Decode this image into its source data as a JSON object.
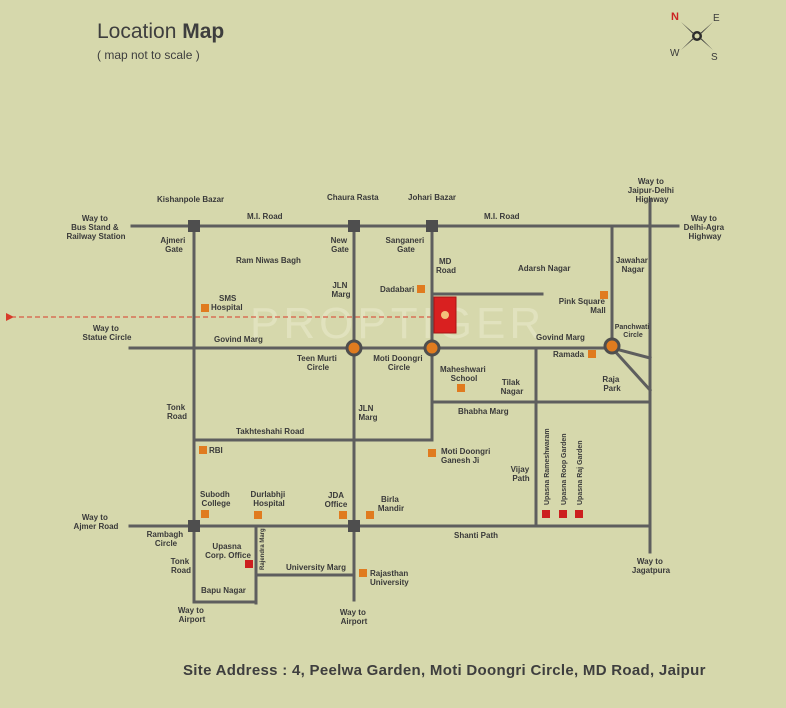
{
  "title": {
    "light": "Location ",
    "bold": "Map"
  },
  "subtitle": "( map not to scale )",
  "compass": {
    "n": "N",
    "e": "E",
    "s": "S",
    "w": "W"
  },
  "watermark": "PROPTIGER",
  "site_address": "Site Address : 4, Peelwa Garden, Moti Doongri Circle, MD Road, Jaipur",
  "labels": {
    "kishanpole_bazar": "Kishanpole Bazar",
    "chaura_rasta": "Chaura Rasta",
    "johari_bazar": "Johari Bazar",
    "way_jaipur_delhi": [
      "Way to",
      "Jaipur-Delhi",
      "Highway"
    ],
    "way_bus_stand": [
      "Way to",
      "Bus Stand &",
      "Railway Station"
    ],
    "mi_road_1": "M.I. Road",
    "mi_road_2": "M.I. Road",
    "way_delhi_agra": [
      "Way to",
      "Delhi-Agra",
      "Highway"
    ],
    "ajmeri_gate": [
      "Ajmeri",
      "Gate"
    ],
    "new_gate": [
      "New",
      "Gate"
    ],
    "sanganeri_gate": [
      "Sanganeri",
      "Gate"
    ],
    "ram_niwas_bagh": "Ram Niwas Bagh",
    "md_road": [
      "MD",
      "Road"
    ],
    "adarsh_nagar": "Adarsh Nagar",
    "jawahar_nagar": [
      "Jawahar",
      "Nagar"
    ],
    "jln_marg_1": [
      "JLN",
      "Marg"
    ],
    "dadabari": "Dadabari",
    "sms_hospital": [
      "SMS",
      "Hospital"
    ],
    "pink_square_mall": [
      "Pink Square",
      "Mall"
    ],
    "way_statue_circle": [
      "Way to",
      "Statue Circle"
    ],
    "govind_marg_1": "Govind Marg",
    "govind_marg_2": "Govind Marg",
    "panchwati_circle": [
      "Panchwati",
      "Circle"
    ],
    "teen_murti_circle": [
      "Teen Murti",
      "Circle"
    ],
    "moti_doongri_circle": [
      "Moti Doongri",
      "Circle"
    ],
    "ramada": "Ramada",
    "maheshwari_school": [
      "Maheshwari",
      "School"
    ],
    "tilak_nagar": [
      "Tilak",
      "Nagar"
    ],
    "raja_park": [
      "Raja",
      "Park"
    ],
    "tonk_road_1": [
      "Tonk",
      "Road"
    ],
    "bhabha_marg": "Bhabha Marg",
    "jln_marg_2": [
      "JLN",
      "Marg"
    ],
    "takhteshahi_road": "Takhteshahi Road",
    "rbi": "RBI",
    "moti_doongri_ganesh": [
      "Moti Doongri",
      "Ganesh Ji"
    ],
    "vijay_path": [
      "Vijay",
      "Path"
    ],
    "upasna_rameshwaram": "Upasna Rameshwaram",
    "upasna_roop_garden": "Upasna Roop Garden",
    "upasna_raj_garden": "Upasna Raj Garden",
    "subodh_college": [
      "Subodh",
      "College"
    ],
    "durlabhji_hospital": [
      "Durlabhji",
      "Hospital"
    ],
    "jda_office": [
      "JDA",
      "Office"
    ],
    "birla_mandir": [
      "Birla",
      "Mandir"
    ],
    "way_ajmer_road": [
      "Way to",
      "Ajmer Road"
    ],
    "rambagh_circle": [
      "Rambagh",
      "Circle"
    ],
    "shanti_path": "Shanti Path",
    "way_jagatpura": [
      "Way to",
      "Jagatpura"
    ],
    "upasna_corp_office": [
      "Upasna",
      "Corp. Office"
    ],
    "rajendra_marg": "Rajendra Marg",
    "tonk_road_2": [
      "Tonk",
      "Road"
    ],
    "university_marg": "University Marg",
    "rajasthan_university": [
      "Rajasthan",
      "University"
    ],
    "bapu_nagar": "Bapu Nagar",
    "way_airport_1": [
      "Way to",
      "Airport"
    ],
    "way_airport_2": [
      "Way to",
      "Airport"
    ]
  },
  "colors": {
    "background": "#d6d8ac",
    "road": "#5e5e5e",
    "landmark": "#e07b1f",
    "upasna_marker": "#cc1f1f",
    "site_marker": "#d92020",
    "direction_arrow": "#d83b2a",
    "compass_n": "#cc2222"
  }
}
